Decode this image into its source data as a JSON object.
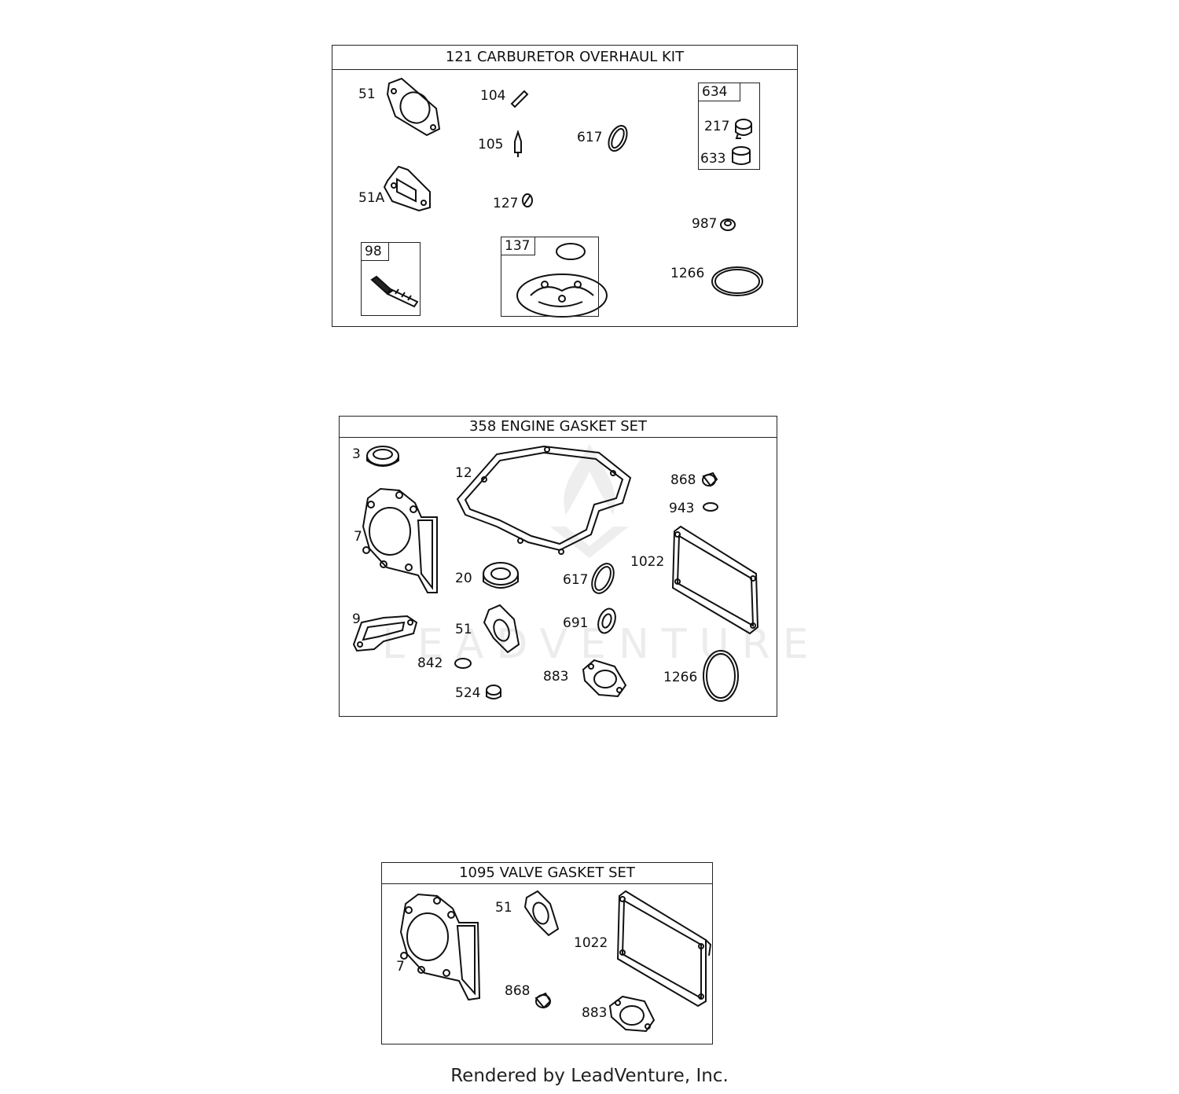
{
  "kits": [
    {
      "title": "121 CARBURETOR OVERHAUL KIT",
      "labels": [
        "51",
        "104",
        "105",
        "617",
        "51A",
        "127",
        "987",
        "1266"
      ],
      "box_98": "98",
      "box_137": "137",
      "box_634": {
        "tab": "634",
        "items": [
          "217",
          "633"
        ]
      }
    },
    {
      "title": "358 ENGINE GASKET SET",
      "labels": [
        "3",
        "12",
        "868",
        "943",
        "7",
        "20",
        "617",
        "1022",
        "9",
        "51",
        "691",
        "842",
        "883",
        "1266",
        "524"
      ]
    },
    {
      "title": "1095 VALVE GASKET SET",
      "labels": [
        "51",
        "1022",
        "7",
        "868",
        "883"
      ]
    }
  ],
  "watermark": "LEADVENTURE",
  "footer": "Rendered by LeadVenture, Inc."
}
